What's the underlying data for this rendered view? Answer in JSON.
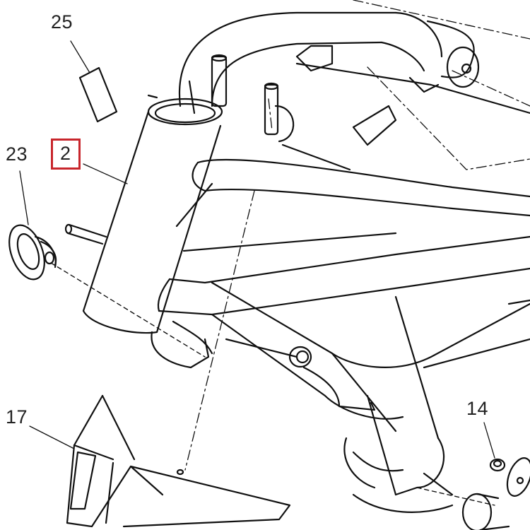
{
  "callouts": {
    "c25": "25",
    "c2": "2",
    "c23": "23",
    "c17": "17",
    "c14": "14"
  },
  "highlight_color": "#c8262c",
  "line_color": "#111111"
}
